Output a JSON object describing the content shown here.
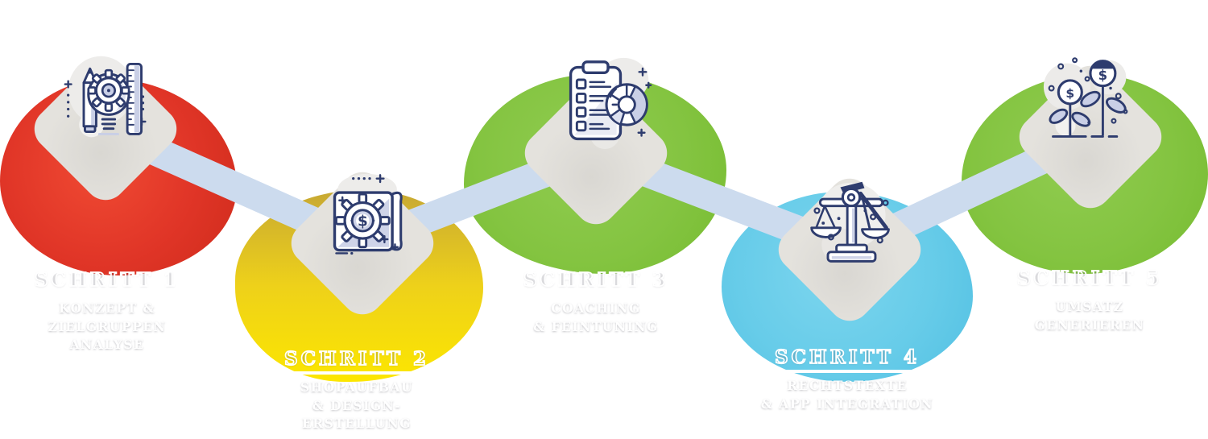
{
  "diagram": {
    "type": "process-steps-infographic",
    "language": "de",
    "steps": [
      {
        "number": "1",
        "title": "SCHRITT 1",
        "lines": [
          "KONZEPT &",
          "ZIELGRUPPEN",
          "ANALYSE"
        ],
        "blob_color": "#e03527",
        "icon": "idea-design-tools-icon"
      },
      {
        "number": "2",
        "title": "SCHRITT 2",
        "lines": [
          "SHOPAUFBAU",
          "& DESIGN-",
          "ERSTELLUNG"
        ],
        "blob_color": "#f2d414",
        "icon": "blueprint-gear-dollar-icon"
      },
      {
        "number": "3",
        "title": "SCHRITT 3",
        "lines": [
          "COACHING",
          "& FEINTUNING"
        ],
        "blob_color": "#84c441",
        "icon": "checklist-pie-chart-icon"
      },
      {
        "number": "4",
        "title": "SCHRITT 4",
        "lines": [
          "RECHTSTEXTE",
          "& APP INTEGRATION"
        ],
        "blob_color": "#67cce9",
        "icon": "justice-scales-icon"
      },
      {
        "number": "5",
        "title": "SCHRITT 5",
        "lines": [
          "UMSATZ",
          "GENERIEREN"
        ],
        "blob_color": "#84c441",
        "icon": "money-plant-icon"
      }
    ],
    "connector_color": "#ccdbee",
    "tile_color": "#e4e2dd",
    "icon_outline_color": "#2e3c6e",
    "icon_accent_color": "#c9cfe6",
    "text_color": "#ffffff"
  }
}
